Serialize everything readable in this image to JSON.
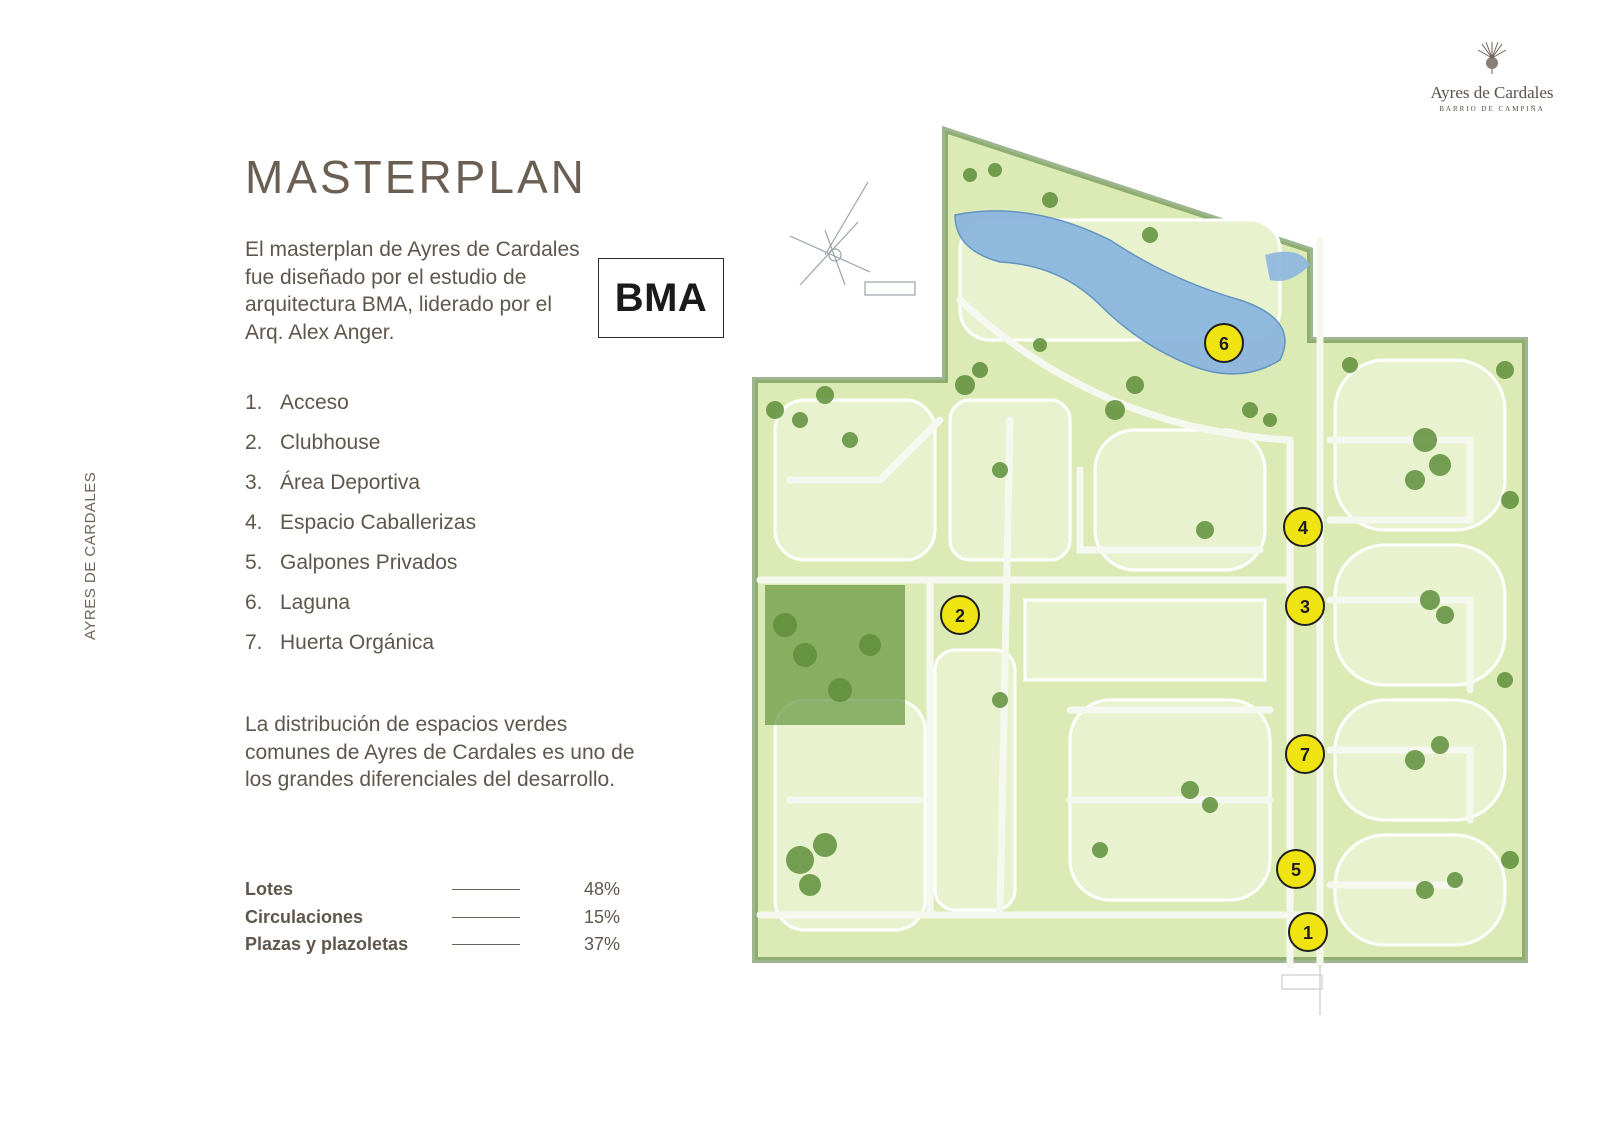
{
  "side_label": "AYRES DE CARDALES",
  "title": "MASTERPLAN",
  "intro": "El masterplan de Ayres de Cardales fue diseñado por el estudio de arquitectura BMA, liderado por el Arq. Alex Anger.",
  "bma_logo": "BMA",
  "legend": [
    {
      "num": "1.",
      "label": "Acceso"
    },
    {
      "num": "2.",
      "label": "Clubhouse"
    },
    {
      "num": "3.",
      "label": "Área Deportiva"
    },
    {
      "num": "4.",
      "label": "Espacio Caballerizas"
    },
    {
      "num": "5.",
      "label": "Galpones Privados"
    },
    {
      "num": "6.",
      "label": "Laguna"
    },
    {
      "num": "7.",
      "label": "Huerta Orgánica"
    }
  ],
  "paragraph": "La distribución de espacios verdes comunes de Ayres de Cardales es uno de los grandes diferenciales del desarrollo.",
  "stats": [
    {
      "label": "Lotes",
      "value": "48%"
    },
    {
      "label": "Circulaciones",
      "value": "15%"
    },
    {
      "label": "Plazas y plazoletas",
      "value": "37%"
    }
  ],
  "logo": {
    "name": "Ayres de Cardales",
    "subtitle": "BARRIO DE CAMPIÑA",
    "icon": "thistle-icon"
  },
  "map": {
    "markers": [
      "1",
      "2",
      "3",
      "4",
      "5",
      "6",
      "7"
    ],
    "colors": {
      "marker": "#f0e312",
      "marker_border": "#1f1f1f",
      "grass": "#d7e8b0",
      "tree": "#5f8f3a",
      "water": "#88b4df",
      "road": "#f4f6ee"
    }
  }
}
